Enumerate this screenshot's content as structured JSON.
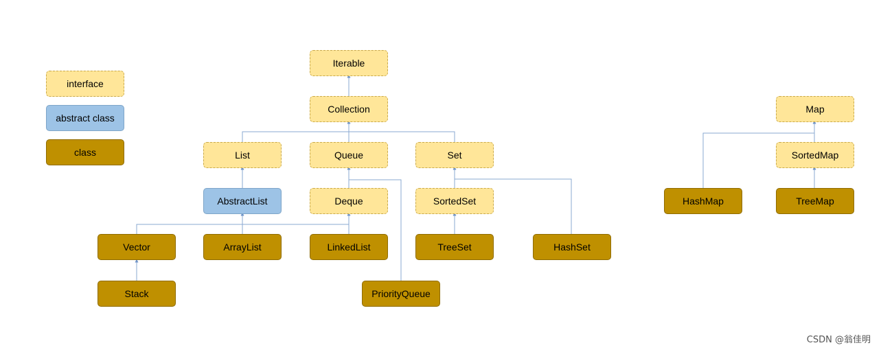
{
  "legend": {
    "interface": "interface",
    "abstract": "abstract class",
    "class": "class"
  },
  "colors": {
    "interface_fill": "#ffe699",
    "abstract_fill": "#9dc3e6",
    "class_fill": "#bf9000",
    "connector": "#6f94c8"
  },
  "nodes": {
    "iterable": "Iterable",
    "collection": "Collection",
    "list": "List",
    "queue": "Queue",
    "set": "Set",
    "abstract_list": "AbstractList",
    "deque": "Deque",
    "sorted_set": "SortedSet",
    "vector": "Vector",
    "array_list": "ArrayList",
    "linked_list": "LinkedList",
    "tree_set": "TreeSet",
    "hash_set": "HashSet",
    "stack": "Stack",
    "priority_queue": "PriorityQueue",
    "map": "Map",
    "sorted_map": "SortedMap",
    "hash_map": "HashMap",
    "tree_map": "TreeMap"
  },
  "edges": [
    [
      "collection",
      "iterable"
    ],
    [
      "list",
      "collection"
    ],
    [
      "queue",
      "collection"
    ],
    [
      "set",
      "collection"
    ],
    [
      "abstract_list",
      "list"
    ],
    [
      "deque",
      "queue"
    ],
    [
      "priority_queue",
      "queue"
    ],
    [
      "sorted_set",
      "set"
    ],
    [
      "hash_set",
      "set"
    ],
    [
      "tree_set",
      "sorted_set"
    ],
    [
      "vector",
      "abstract_list"
    ],
    [
      "array_list",
      "abstract_list"
    ],
    [
      "linked_list",
      "abstract_list"
    ],
    [
      "linked_list",
      "deque"
    ],
    [
      "stack",
      "vector"
    ],
    [
      "sorted_map",
      "map"
    ],
    [
      "hash_map",
      "map"
    ],
    [
      "tree_map",
      "sorted_map"
    ]
  ],
  "watermark": "CSDN @翁佳明"
}
